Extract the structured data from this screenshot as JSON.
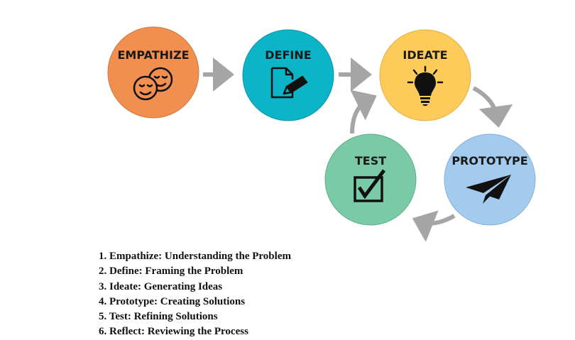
{
  "stages": [
    {
      "label": "EMPATHIZE",
      "color": "#F08F50",
      "icon": "faces-icon"
    },
    {
      "label": "DEFINE",
      "color": "#0BB5C7",
      "icon": "document-pencil-icon"
    },
    {
      "label": "IDEATE",
      "color": "#FDCB5A",
      "icon": "lightbulb-icon"
    },
    {
      "label": "PROTOTYPE",
      "color": "#A2CBEE",
      "icon": "paper-plane-icon"
    },
    {
      "label": "TEST",
      "color": "#7AC9A7",
      "icon": "checkbox-icon"
    }
  ],
  "arrow_color": "#A5A5A5",
  "steps": [
    "1. Empathize: Understanding the Problem",
    "2. Define: Framing the Problem",
    "3. Ideate: Generating Ideas",
    "4. Prototype: Creating Solutions",
    "5. Test: Refining Solutions",
    "6. Reflect: Reviewing the Process"
  ]
}
